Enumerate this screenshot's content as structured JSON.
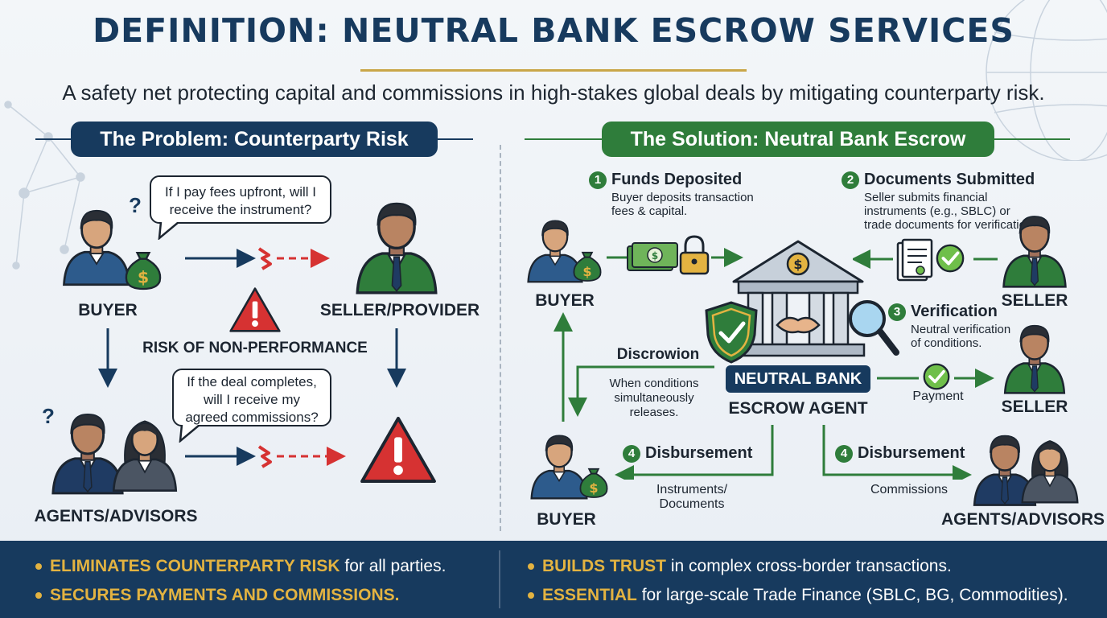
{
  "title": "DEFINITION: NEUTRAL BANK ESCROW SERVICES",
  "subtitle": "A safety net protecting capital and commissions in high-stakes global deals by mitigating counterparty risk.",
  "problem": {
    "heading": "The Problem: Counterparty Risk",
    "buyer_label": "BUYER",
    "seller_label": "SELLER/PROVIDER",
    "agents_label": "AGENTS/ADVISORS",
    "risk_label": "RISK OF NON-PERFORMANCE",
    "bubble_buyer": "If I pay fees upfront, will I receive the instrument?",
    "bubble_agents": "If the deal completes, will I receive my agreed commissions?",
    "question_mark": "?"
  },
  "solution": {
    "heading": "The Solution: Neutral Bank Escrow",
    "step1": {
      "num": "1",
      "title": "Funds Deposited",
      "desc": "Buyer deposits transaction fees & capital."
    },
    "step2": {
      "num": "2",
      "title": "Documents Submitted",
      "desc": "Seller submits financial instruments (e.g., SBLC) or trade documents for verification."
    },
    "step3": {
      "num": "3",
      "title": "Verification",
      "desc": "Neutral verification of conditions."
    },
    "step4a": {
      "num": "4",
      "title": "Disbursement",
      "desc": "Instruments/ Documents"
    },
    "step4b": {
      "num": "4",
      "title": "Disbursement",
      "desc": "Commissions"
    },
    "discrowion_title": "Discrowion",
    "discrowion_desc": "When conditions simultaneously releases.",
    "payment_label": "Payment",
    "bank_badge": "NEUTRAL BANK",
    "bank_label": "ESCROW AGENT",
    "buyer_top": "BUYER",
    "buyer_bottom": "BUYER",
    "seller_top": "SELLER",
    "seller_mid": "SELLER",
    "agents_label": "AGENTS/ADVISORS"
  },
  "footer": {
    "left": [
      {
        "highlight": "ELIMINATES COUNTERPARTY RISK",
        "rest": " for all parties."
      },
      {
        "highlight": "SECURES PAYMENTS AND COMMISSIONS.",
        "rest": ""
      }
    ],
    "right": [
      {
        "highlight": "BUILDS TRUST",
        "rest": " in complex cross-border transactions."
      },
      {
        "highlight": "ESSENTIAL",
        "rest": " for large-scale Trade Finance (SBLC, BG, Commodities)."
      }
    ]
  },
  "colors": {
    "navy": "#173a5e",
    "green": "#2f7d3b",
    "gold": "#c9a648",
    "red": "#d63232",
    "footer_highlight": "#e3b341"
  }
}
